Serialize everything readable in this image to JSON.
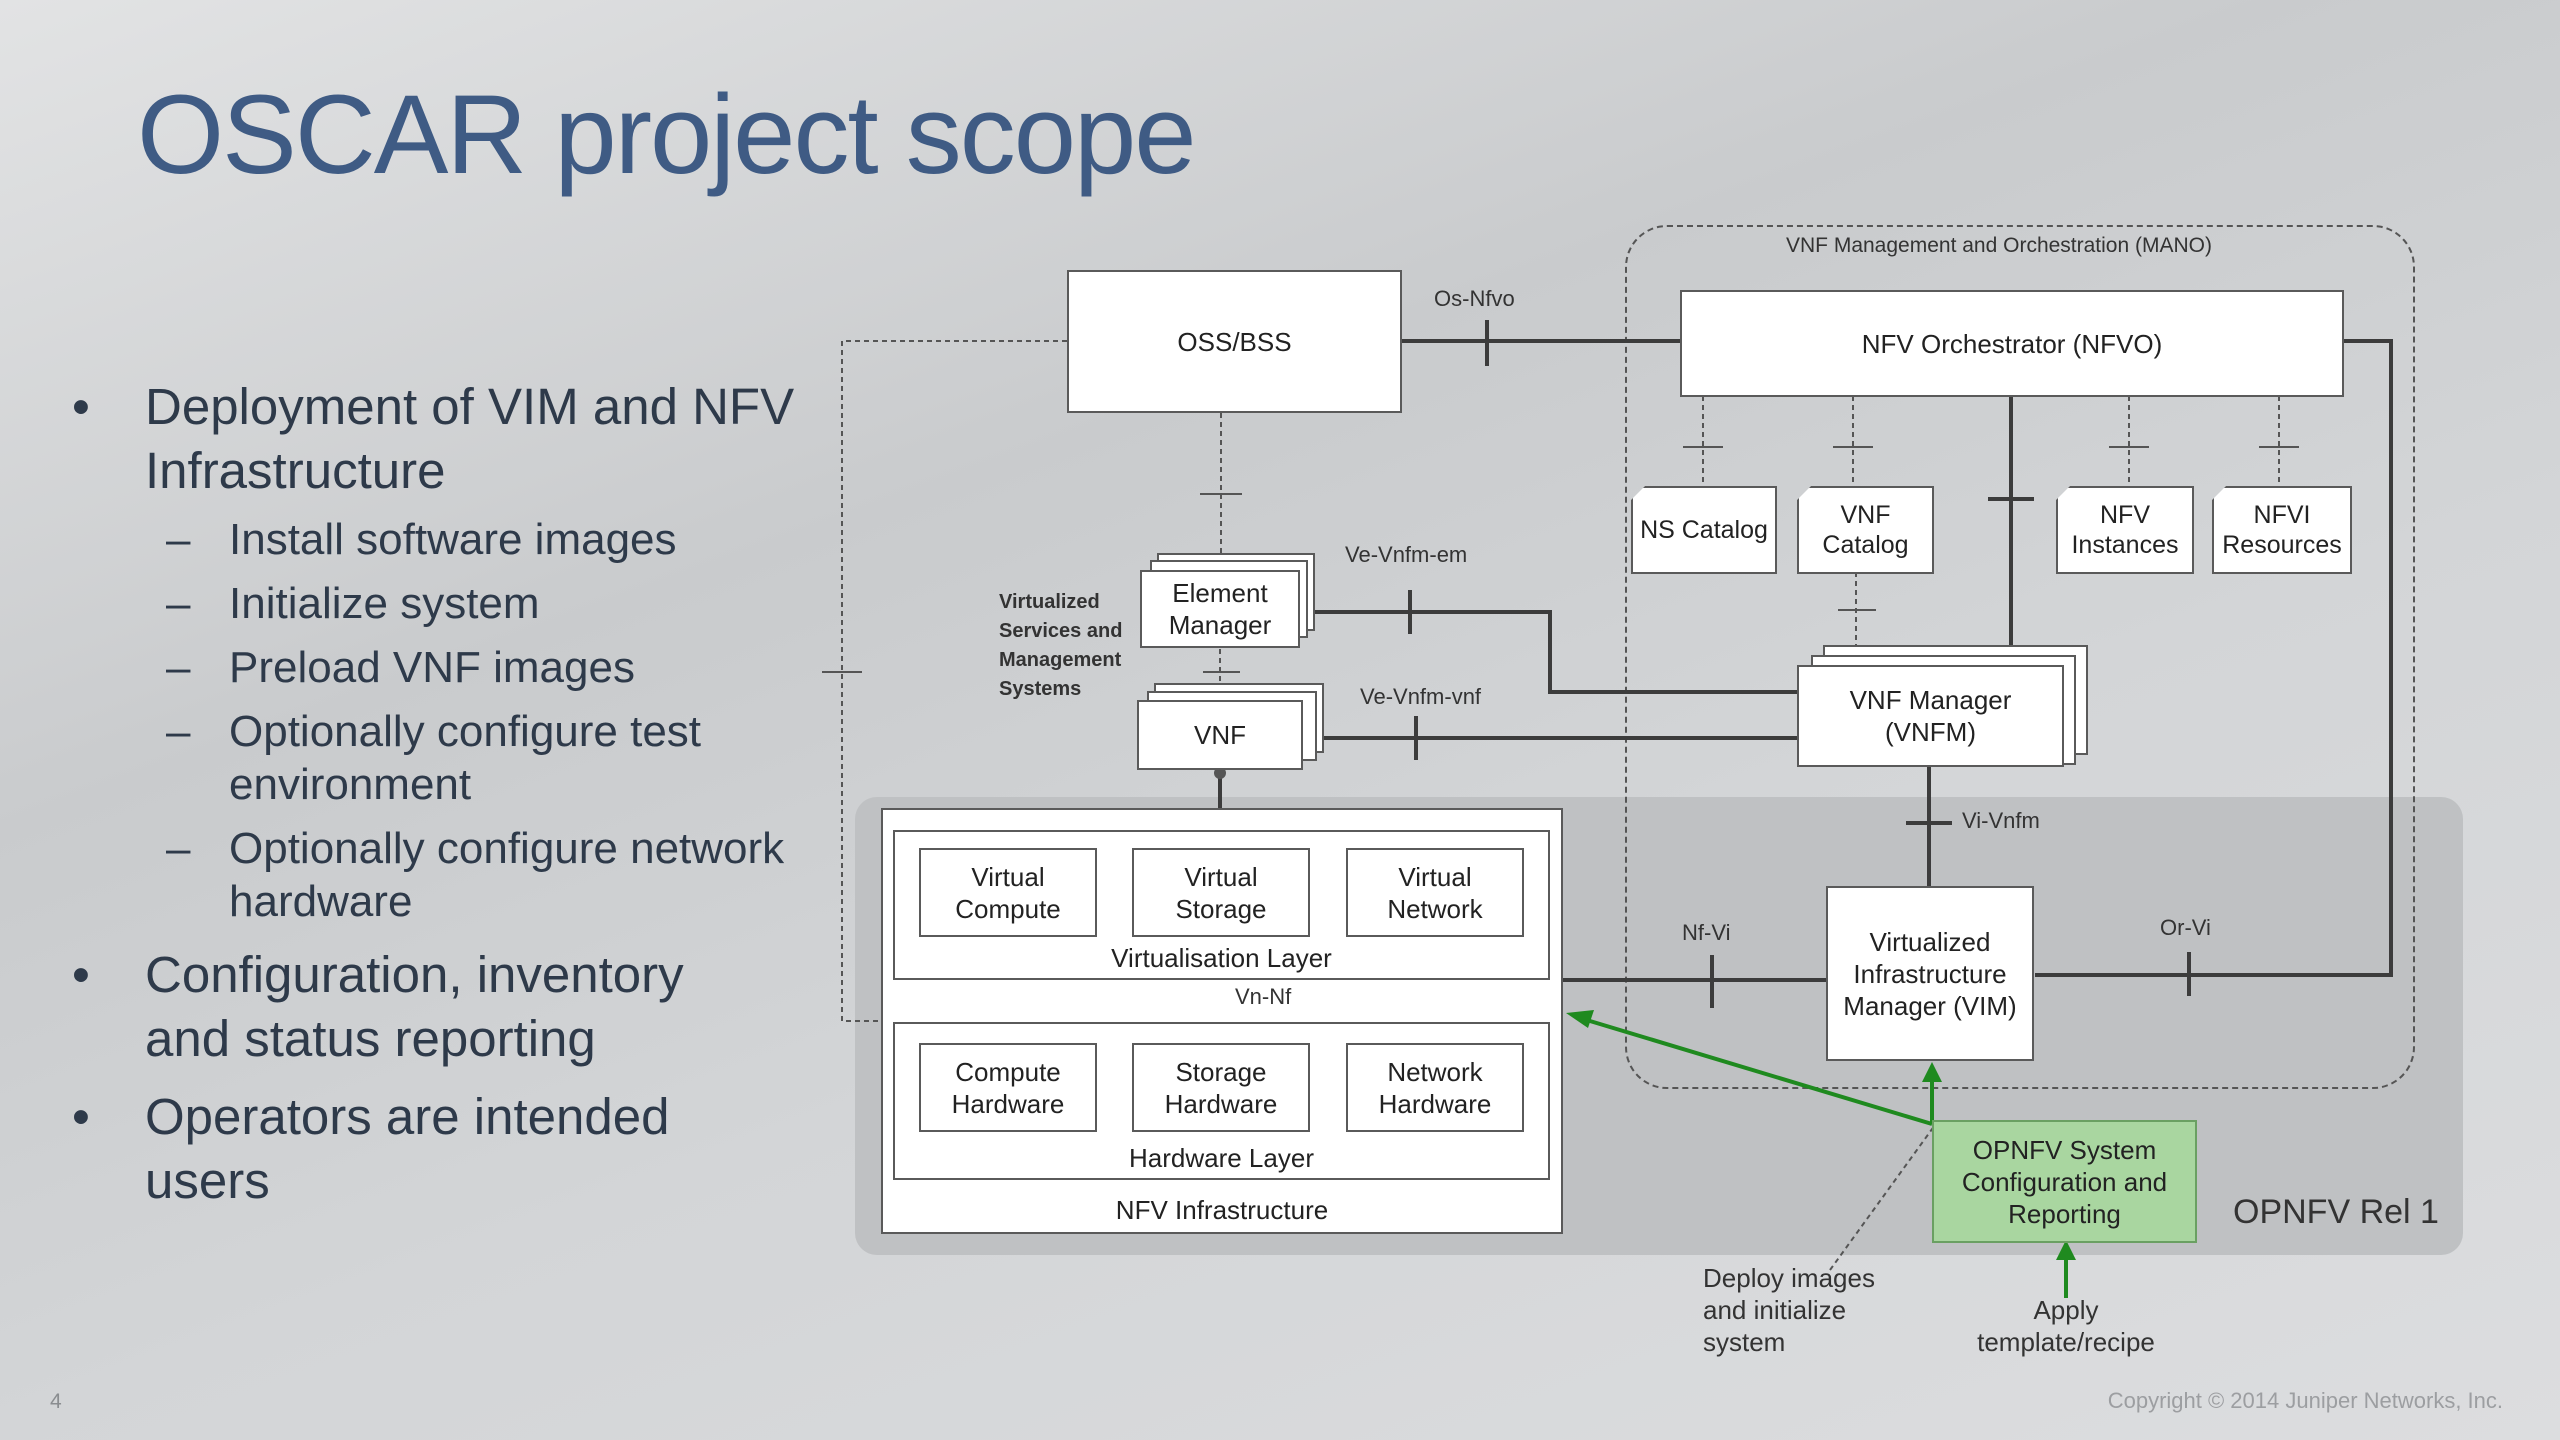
{
  "slide": {
    "title": "OSCAR project scope",
    "page_number": "4",
    "copyright": "Copyright © 2014 Juniper Networks, Inc."
  },
  "bullets": {
    "b1": "Deployment of VIM and NFV Infrastructure",
    "b1_subs": [
      "Install software images",
      "Initialize system",
      "Preload VNF images",
      "Optionally configure test environment",
      "Optionally configure network hardware"
    ],
    "b2": "Configuration, inventory and status reporting",
    "b3": "Operators are intended users",
    "bullet_char": "•",
    "dash_char": "–"
  },
  "diagram": {
    "mano_label": "VNF Management and Orchestration (MANO)",
    "oss_bss": "OSS/BSS",
    "nfvo": "NFV Orchestrator (NFVO)",
    "ns_catalog": "NS Catalog",
    "vnf_catalog": "VNF Catalog",
    "nfv_instances": "NFV Instances",
    "nfvi_resources": "NFVI Resources",
    "element_manager": "Element Manager",
    "vnf": "VNF",
    "vnf_manager": "VNF Manager (VNFM)",
    "vim": "Virtualized Infrastructure Manager (VIM)",
    "virt_services": "Virtualized Services and Management Systems",
    "virtual_compute": "Virtual Compute",
    "virtual_storage": "Virtual Storage",
    "virtual_network": "Virtual Network",
    "virtualisation_layer": "Virtualisation Layer",
    "vn_nf": "Vn-Nf",
    "compute_hardware": "Compute Hardware",
    "storage_hardware": "Storage Hardware",
    "network_hardware": "Network Hardware",
    "hardware_layer": "Hardware Layer",
    "nfv_infrastructure": "NFV Infrastructure",
    "opnfv_system": "OPNFV System Configuration and Reporting",
    "opnfv_rel": "OPNFV Rel 1",
    "deploy_images": "Deploy images and initialize system",
    "apply_template": "Apply template/recipe",
    "ref_os_nfvo": "Os-Nfvo",
    "ref_ve_vnfm_em": "Ve-Vnfm-em",
    "ref_ve_vnfm_vnf": "Ve-Vnfm-vnf",
    "ref_vi_vnfm": "Vi-Vnfm",
    "ref_nf_vi": "Nf-Vi",
    "ref_or_vi": "Or-Vi"
  },
  "colors": {
    "title": "#3f5b84",
    "accent_green": "#1f8a1f",
    "opnfv_fill": "#a9d6a0"
  }
}
